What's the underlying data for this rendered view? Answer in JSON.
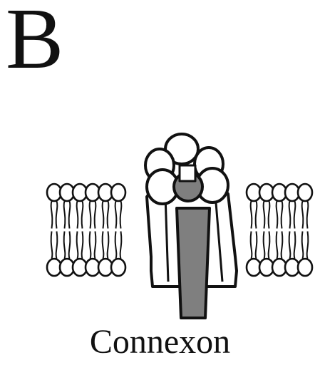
{
  "figure": {
    "panel_label": "B",
    "caption": "Connexon"
  },
  "colors": {
    "ink": "#111111",
    "pore": "#7f7f7f",
    "fill": "#ffffff"
  },
  "elements": {
    "membrane_left": "lipid-bilayer",
    "membrane_right": "lipid-bilayer",
    "channel": "connexon-hemichannel"
  }
}
